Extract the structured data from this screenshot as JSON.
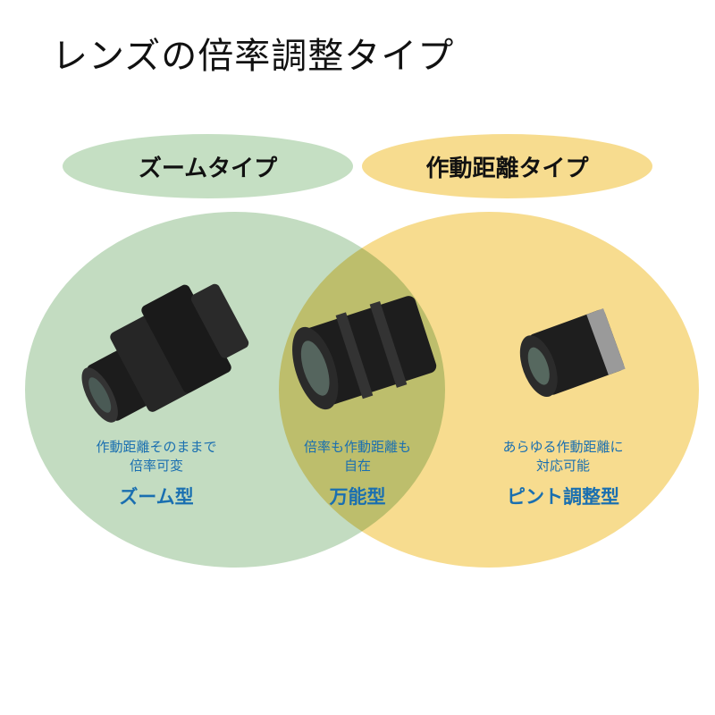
{
  "title": "レンズの倍率調整タイプ",
  "categories": {
    "zoom": "ズームタイプ",
    "wd": "作動距離タイプ"
  },
  "groups": [
    {
      "desc1": "作動距離そのままで",
      "desc2": "倍率可変",
      "type": "ズーム型"
    },
    {
      "desc1": "倍率も作動距離も",
      "desc2": "自在",
      "type": "万能型"
    },
    {
      "desc1": "あらゆる作動距離に",
      "desc2": "対応可能",
      "type": "ピント調整型"
    }
  ],
  "colors": {
    "green": "#c3dcc1",
    "yellow": "#f7dc8f",
    "overlap": "#b7bd6a",
    "text_blue": "#1a6fb0"
  }
}
